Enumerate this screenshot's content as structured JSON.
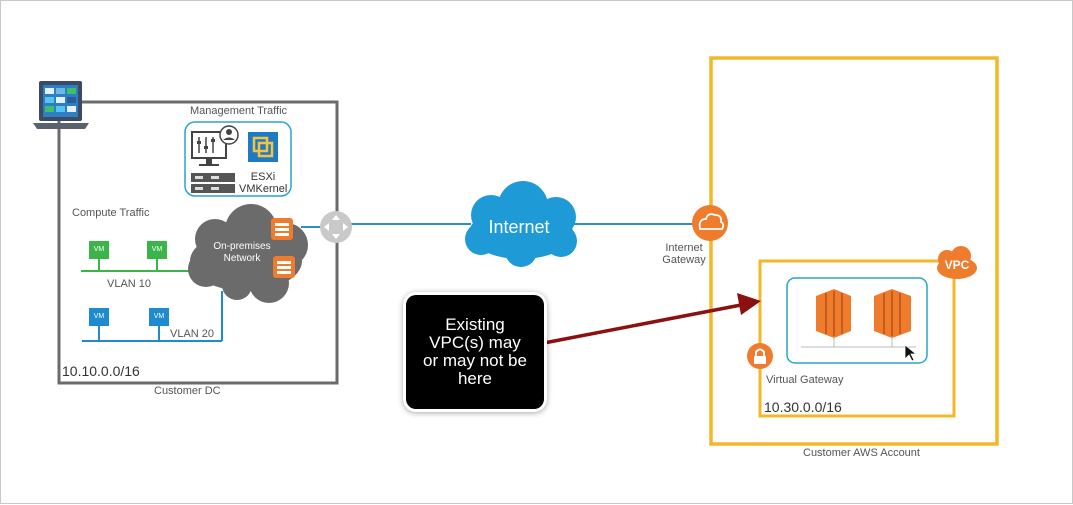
{
  "dc": {
    "management_traffic": "Management Traffic",
    "compute_traffic": "Compute Traffic",
    "esxi_label": "ESXi\nVMKernel",
    "onprem_label": "On-premises\nNetwork",
    "vlan10": "VLAN 10",
    "vlan20": "VLAN 20",
    "vm_label": "VM",
    "cidr": "10.10.0.0/16",
    "caption": "Customer DC"
  },
  "internet": {
    "label": "Internet",
    "gateway_label": "Internet\nGateway"
  },
  "callout": {
    "text": "Existing\nVPC(s) may\nor may not be\nhere"
  },
  "aws": {
    "vpc_badge": "VPC",
    "virtual_gateway": "Virtual Gateway",
    "cidr": "10.30.0.0/16",
    "caption": "Customer AWS Account"
  },
  "colors": {
    "dc_border": "#6b6b6b",
    "aws_border": "#f2b82a",
    "cloud_blue": "#1e9bd7",
    "link_blue": "#2b8fc9",
    "green_vlan": "#3bb54a",
    "blue_vlan": "#1e8bd0",
    "orange": "#ef7b2d",
    "arrow": "#8b1010"
  }
}
